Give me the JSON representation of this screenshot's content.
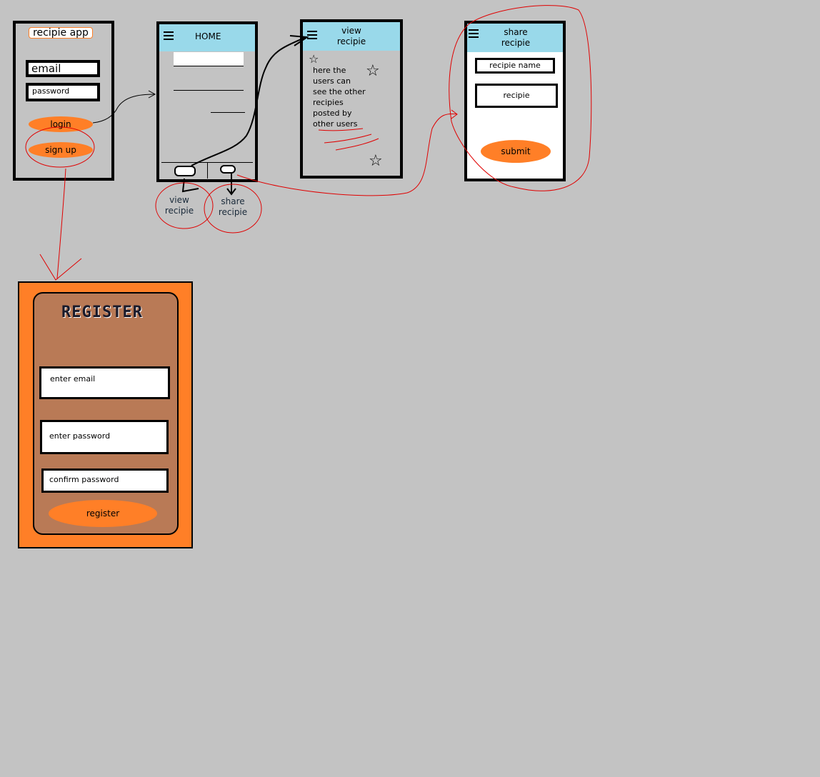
{
  "login_screen": {
    "title": "recipie app",
    "email_label": "email",
    "password_label": "password",
    "login_label": "login",
    "signup_label": "sign up"
  },
  "home_screen": {
    "title": "HOME",
    "nav_view_label": "view\nrecipie",
    "nav_share_label": "share\nrecipie"
  },
  "view_screen": {
    "title": "view\nrecipie",
    "body_text": "here the\nusers can\nsee the other\nrecipies\nposted by\nother users"
  },
  "share_screen": {
    "title": "share\nrecipie",
    "recipe_name_label": "recipie name",
    "recipe_label": "recipie",
    "submit_label": "submit"
  },
  "register_screen": {
    "title": "REGISTER",
    "email_label": "enter email",
    "password_label": "enter password",
    "confirm_label": "confirm password",
    "register_label": "register"
  },
  "colors": {
    "background": "#c3c3c3",
    "header": "#99d9ea",
    "button": "#ff7f27",
    "register_inner": "#b97a56",
    "annotation": "#e00000"
  }
}
